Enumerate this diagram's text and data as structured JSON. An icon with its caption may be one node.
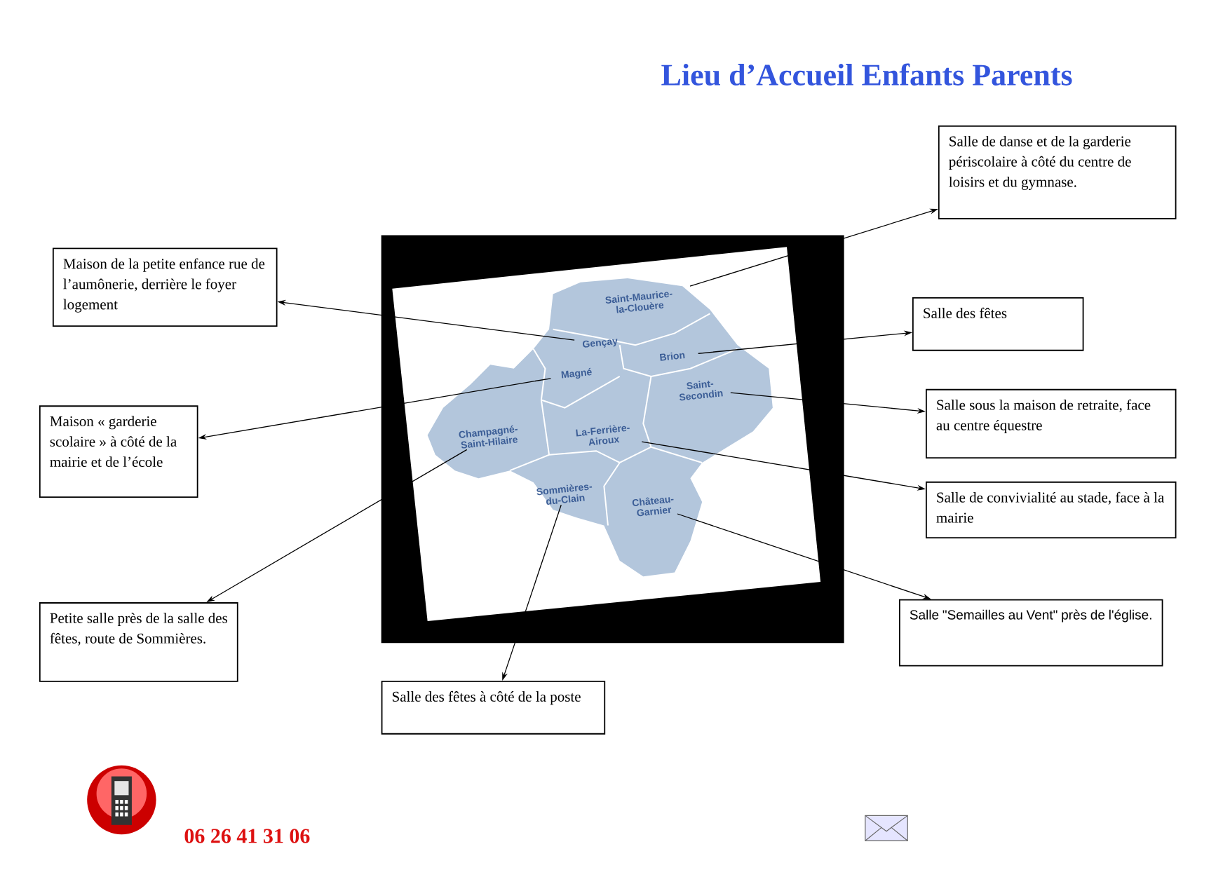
{
  "diagram": {
    "title": "Lieu d’Accueil Enfants Parents",
    "nodes": [
      {
        "text": [
          "Salle de danse et de la garderie périscolaire à côté du centre de loisirs et du gymnase."
        ]
      },
      {
        "text": [
          "Maison de la petite enfance rue de l’aumônerie, derrière le foyer logement"
        ]
      },
      {
        "text": [
          "Salle des fêtes"
        ]
      },
      {
        "text": [
          "Salle sous la maison de retraite, face au centre équestre"
        ]
      },
      {
        "text": [
          "Maison « garderie scolaire » à côté de la mairie et de l’école"
        ]
      },
      {
        "text": [
          "Salle de convivialité au stade, face à la mairie"
        ]
      },
      {
        "text": [
          "Petite salle près de la salle des fêtes, route de Sommières."
        ]
      },
      {
        "text": [
          "Salle \"Semailles au Vent\" près de l'église."
        ]
      },
      {
        "text": [
          "Salle des fêtes à côté de la poste"
        ]
      },
      {
        "text": [
          "Saint-Maurice-la-Clouère"
        ]
      },
      {
        "text": [
          "Gençay"
        ]
      },
      {
        "text": [
          "Brion"
        ]
      },
      {
        "text": [
          "Magné"
        ]
      },
      {
        "text": [
          "Saint-Secondin"
        ]
      },
      {
        "text": [
          "Champagné-Saint-Hilaire"
        ]
      },
      {
        "text": [
          "La-Ferrière-Airoux"
        ]
      },
      {
        "text": [
          "Sommières-du-Clain"
        ]
      },
      {
        "text": [
          "Château-Garnier"
        ]
      }
    ],
    "edges": [
      {
        "from": 9,
        "to": 0,
        "arrow": "to"
      },
      {
        "from": 10,
        "to": 1,
        "arrow": "to"
      },
      {
        "from": 11,
        "to": 2,
        "arrow": "to"
      },
      {
        "from": 13,
        "to": 3,
        "arrow": "to"
      },
      {
        "from": 12,
        "to": 4,
        "arrow": "to"
      },
      {
        "from": 15,
        "to": 5,
        "arrow": "to"
      },
      {
        "from": 14,
        "to": 6,
        "arrow": "to"
      },
      {
        "from": 17,
        "to": 7,
        "arrow": "to"
      },
      {
        "from": 16,
        "to": 8,
        "arrow": "to"
      }
    ],
    "labels": [
      "06 26 41 31 06"
    ]
  }
}
